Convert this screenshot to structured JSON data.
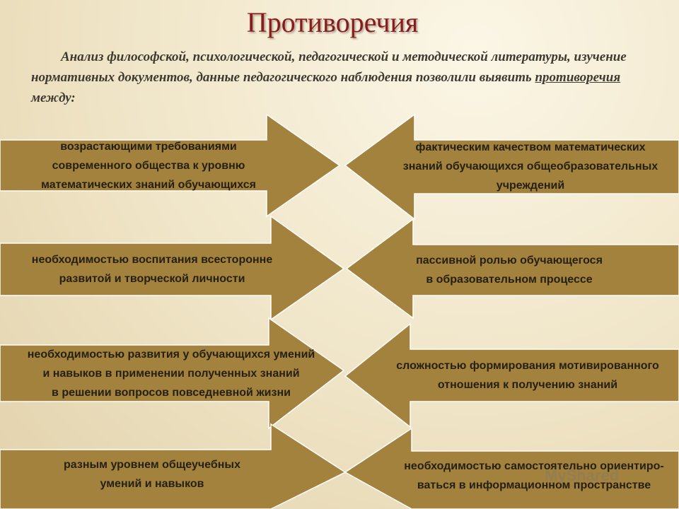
{
  "title": "Противоречия",
  "intro": {
    "before": "Анализ философской, психологической, педагогической и методической литературы, изучение нормативных документов, данные педагогического наблюдения позволили выявить ",
    "underlined": "противоречия",
    "after": " между:"
  },
  "left_items": [
    "возрастающими требованиями\nсовременного  общества к уровню\nматематических  знаний обучающихся",
    "необходимостью воспитания всесторонне\nразвитой и творческой личности",
    "необходимостью развития у обучающихся  умений\nи навыков в  применении полученных знаний\nв решении вопросов повседневной жизни",
    "разным уровнем общеучебных\nумений и навыков"
  ],
  "right_items": [
    "фактическим качеством математических\nзнаний обучающихся общеобразовательных\nучреждений",
    "пассивной ролью обучающегося\nв образовательном процессе",
    "сложностью формирования мотивированного\nотношения  к получению знаний",
    "необходимостью самостоятельно ориентиро-\nваться  в информационном  пространстве"
  ],
  "watermark": "MyShared",
  "colors": {
    "arrow_fill": "#a3823d",
    "title": "#8b1a1a",
    "background": "#efe4c6"
  }
}
